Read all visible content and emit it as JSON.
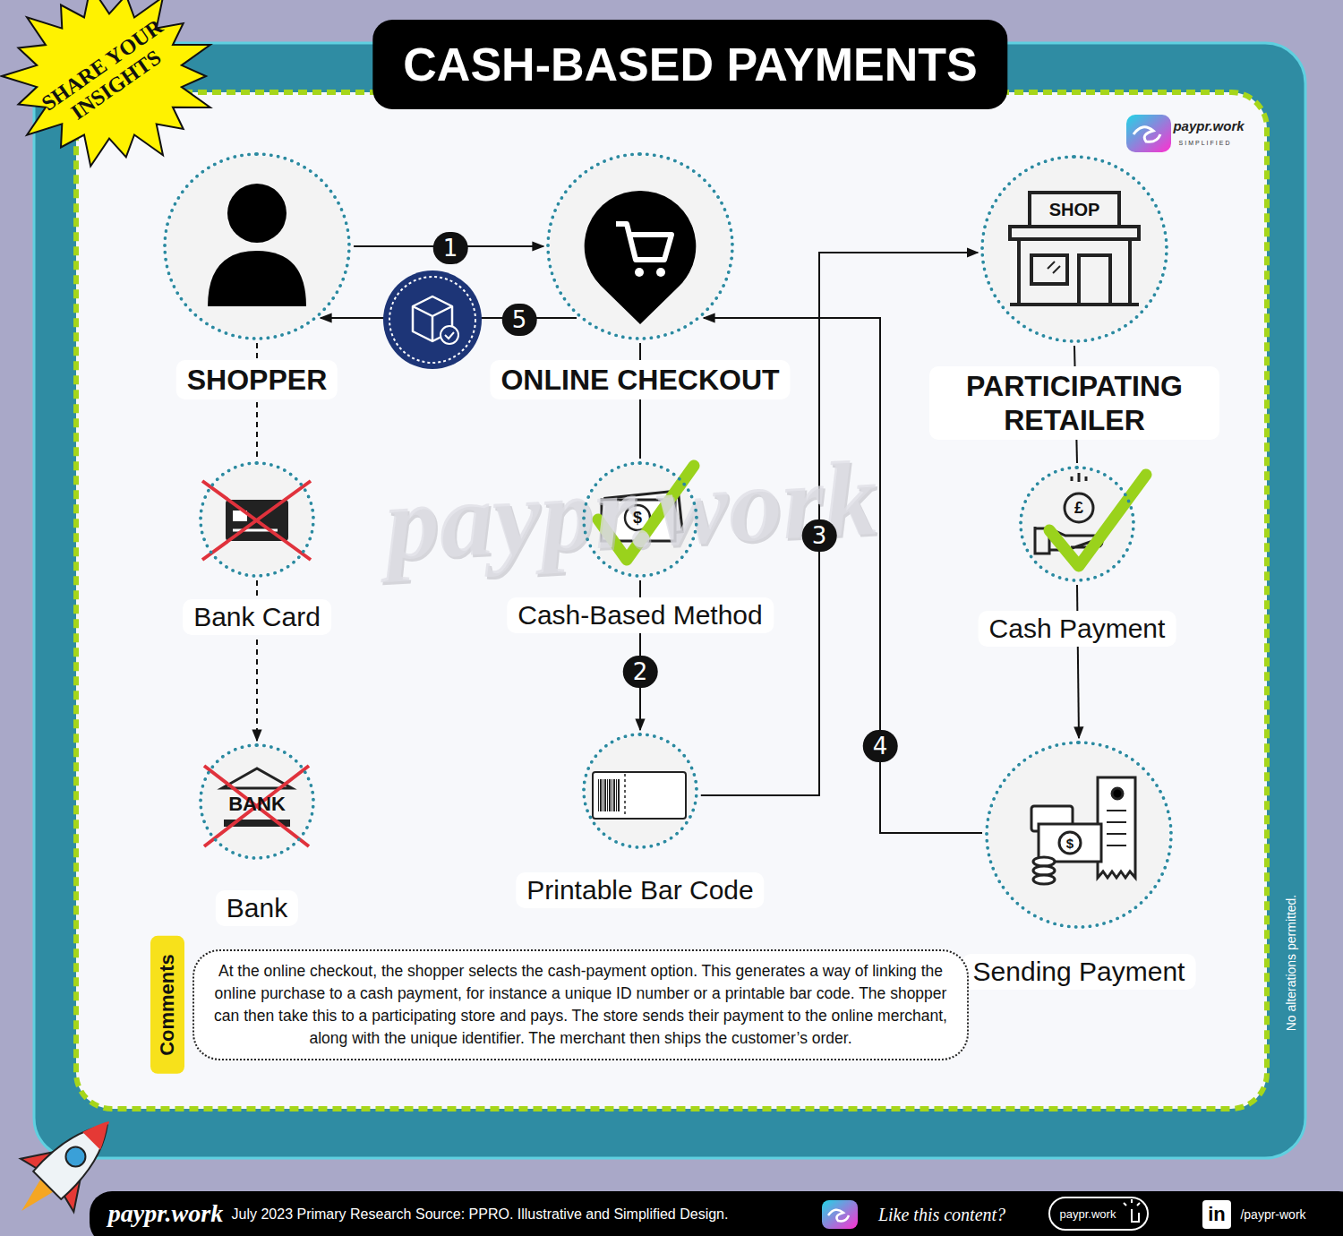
{
  "diagram": {
    "title": "CASH-BASED PAYMENTS",
    "nodes": [
      {
        "text": [
          "SHOPPER"
        ]
      },
      {
        "text": [
          "ONLINE CHECKOUT"
        ]
      },
      {
        "text": [
          "PARTICIPATING RETAILER"
        ]
      },
      {
        "text": [
          "Bank Card"
        ]
      },
      {
        "text": [
          "Cash-Based Method"
        ]
      },
      {
        "text": [
          "Cash Payment"
        ]
      },
      {
        "text": [
          "Bank"
        ]
      },
      {
        "text": [
          "Printable Bar Code"
        ]
      },
      {
        "text": [
          "Sending Payment"
        ]
      },
      {
        "text": [
          "Comments",
          "At the online checkout, the shopper selects the cash-payment option. This generates a way of linking the online purchase to a cash payment, for instance a unique ID number or a printable bar code. The shopper can then take this to a participating store and pays. The store sends their payment to the online merchant, along with the unique identifier. The merchant then ships the customer’s order."
        ]
      }
    ],
    "edges": [
      {
        "from": 0,
        "to": 1,
        "arrow": "to",
        "label": "1"
      },
      {
        "from": 1,
        "to": 0,
        "arrow": "to",
        "label": "5"
      },
      {
        "from": 0,
        "to": 3,
        "arrow": "none"
      },
      {
        "from": 3,
        "to": 6,
        "arrow": "to"
      },
      {
        "from": 1,
        "to": 4,
        "arrow": "none"
      },
      {
        "from": 4,
        "to": 7,
        "arrow": "to",
        "label": "2"
      },
      {
        "from": 7,
        "to": 2,
        "arrow": "to",
        "label": "3"
      },
      {
        "from": 2,
        "to": 5,
        "arrow": "none"
      },
      {
        "from": 5,
        "to": 8,
        "arrow": "to"
      },
      {
        "from": 8,
        "to": 1,
        "arrow": "to",
        "label": "4"
      }
    ],
    "labels": [
      "SHARE YOUR INSIGHTS",
      "paypr.work",
      "SIMPLIFIED",
      "paypr.work",
      "SHOP",
      "$",
      "£",
      "BANK",
      "$",
      "No alterations permitted.",
      "paypr.work",
      "July 2023 Primary Research Source: PPRO. Illustrative and Simplified Design.",
      "Like this content?",
      "paypr.work",
      "in",
      "/paypr-work"
    ]
  }
}
